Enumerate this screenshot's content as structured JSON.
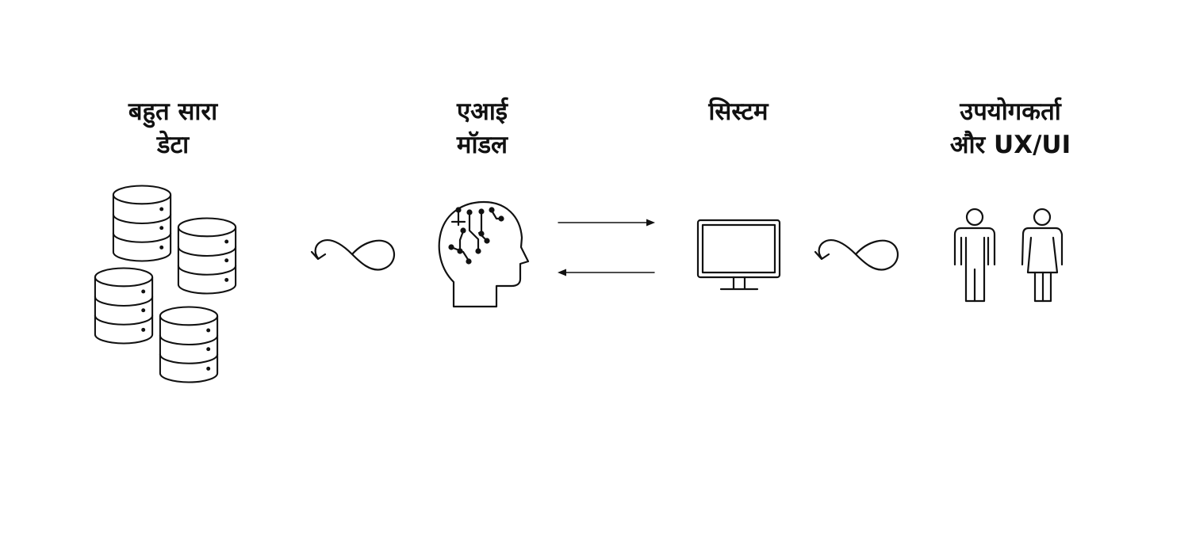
{
  "columns": [
    {
      "id": "data",
      "title_line1": "बहुत सारा",
      "title_line2": "डेटा",
      "icon": "database-stack-icon"
    },
    {
      "id": "ai",
      "title_line1": "एआई",
      "title_line2": "मॉडल",
      "icon": "ai-brain-head-icon"
    },
    {
      "id": "system",
      "title_line1": "सिस्टम",
      "title_line2": "",
      "icon": "computer-monitor-icon"
    },
    {
      "id": "user",
      "title_line1": "उपयोगकर्ता",
      "title_line2": "और UX/UI",
      "icon": "users-icon"
    }
  ],
  "connectors": [
    {
      "between": [
        "data",
        "ai"
      ],
      "icon": "infinity-loop-icon"
    },
    {
      "between": [
        "ai",
        "system"
      ],
      "icon": "bidirectional-arrows-icon"
    },
    {
      "between": [
        "system",
        "user"
      ],
      "icon": "infinity-loop-icon"
    }
  ],
  "colors": {
    "stroke": "#111111",
    "background": "#ffffff"
  }
}
